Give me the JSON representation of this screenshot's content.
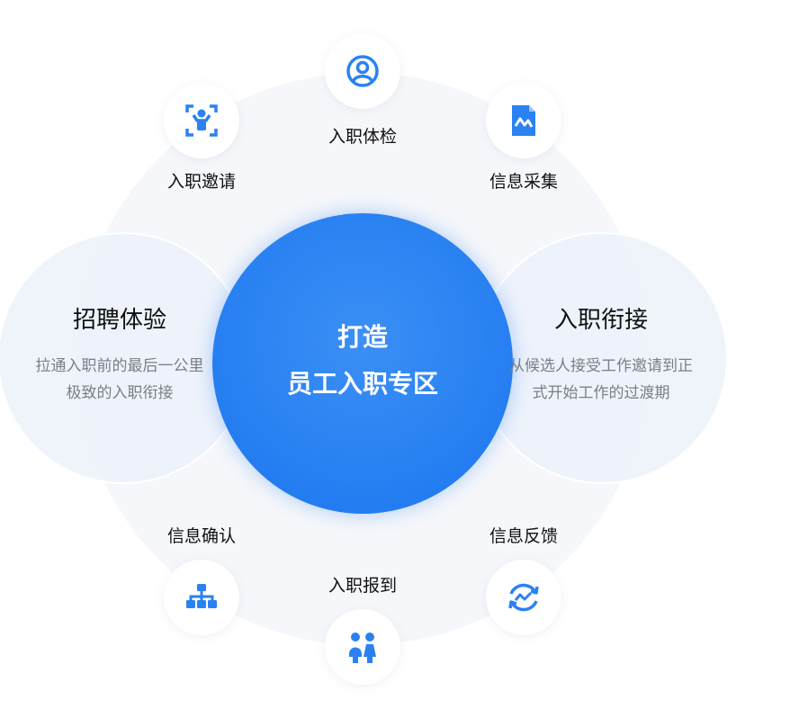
{
  "center": {
    "line1": "打造",
    "line2": "员工入职专区"
  },
  "left_panel": {
    "title": "招聘体验",
    "desc_line1": "拉通入职前的最后一公里",
    "desc_line2": "极致的入职衔接"
  },
  "right_panel": {
    "title": "入职衔接",
    "desc_line1": "从候选人接受工作邀请到正",
    "desc_line2": "式开始工作的过渡期"
  },
  "nodes": [
    {
      "label": "入职体检",
      "icon": "user-circle-icon"
    },
    {
      "label": "信息采集",
      "icon": "chart-document-icon"
    },
    {
      "label": "入职邀请",
      "icon": "person-scan-icon"
    },
    {
      "label": "信息确认",
      "icon": "org-chart-icon"
    },
    {
      "label": "入职报到",
      "icon": "people-pair-icon"
    },
    {
      "label": "信息反馈",
      "icon": "refresh-chart-icon"
    }
  ],
  "colors": {
    "accent": "#2a82f2",
    "ring_bg": "#f5f7fa",
    "side_bg": "#ecf2fa",
    "icon_blue": "#2a82f2"
  }
}
